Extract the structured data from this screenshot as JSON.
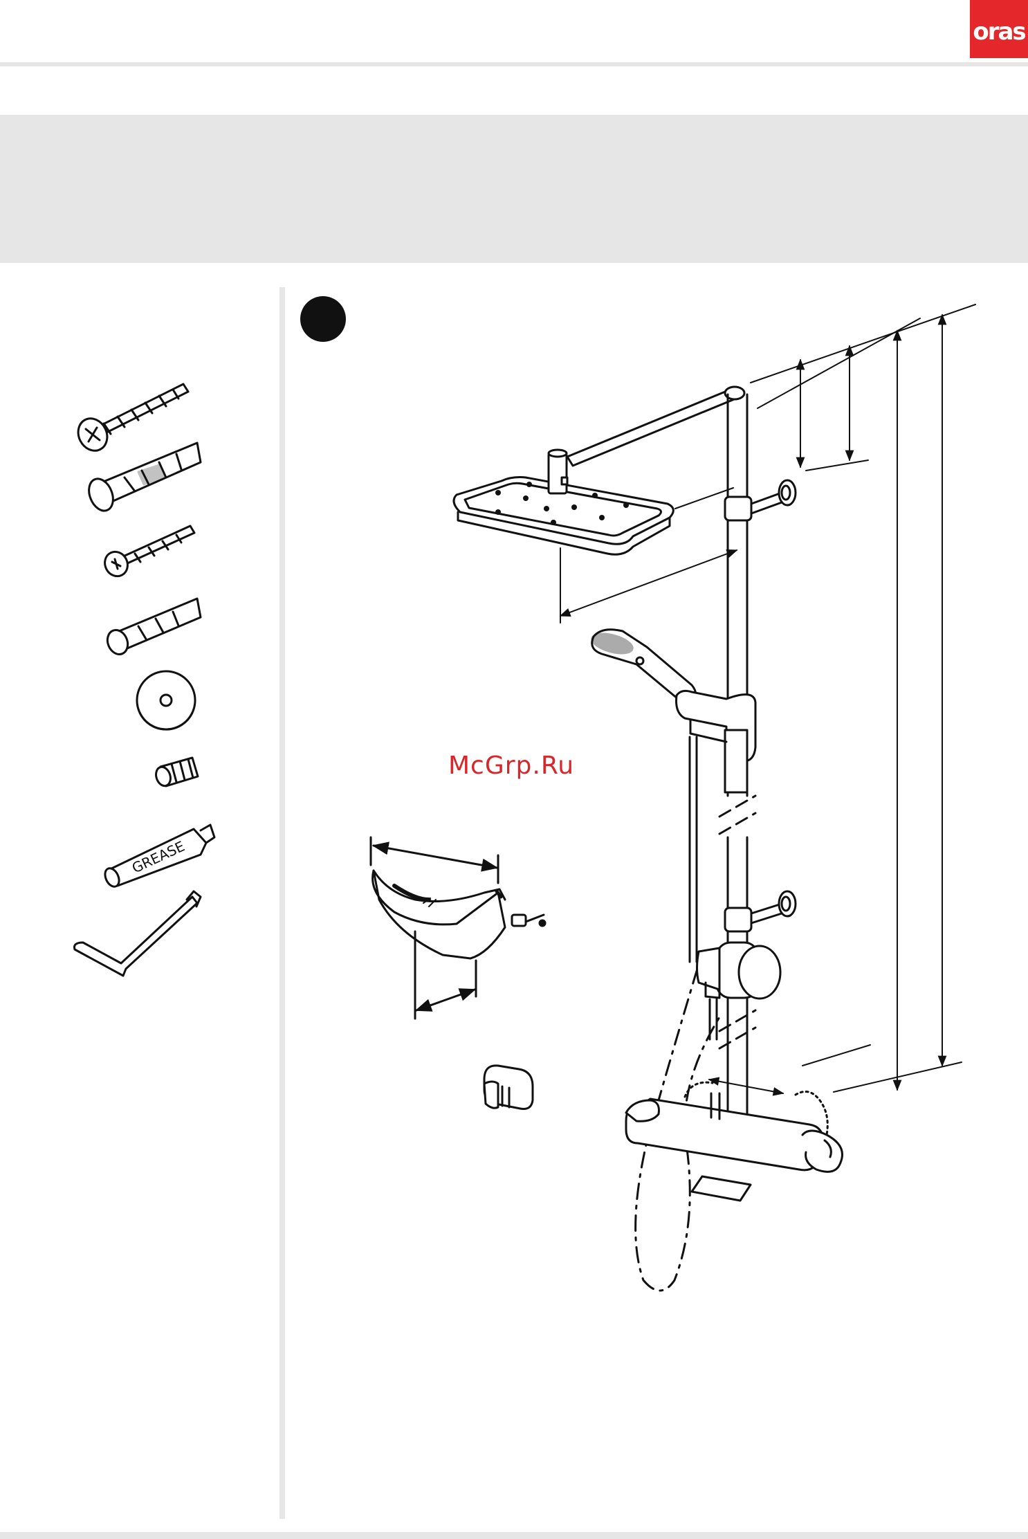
{
  "header": {
    "logo_text": "oras"
  },
  "colors": {
    "brand": "#e4272b",
    "watermark": "#d9262b",
    "band": "#e6e6e6",
    "ink": "#111111"
  },
  "parts": {
    "grease_label": "GREASE"
  },
  "watermark": {
    "text": "McGrp.Ru"
  }
}
